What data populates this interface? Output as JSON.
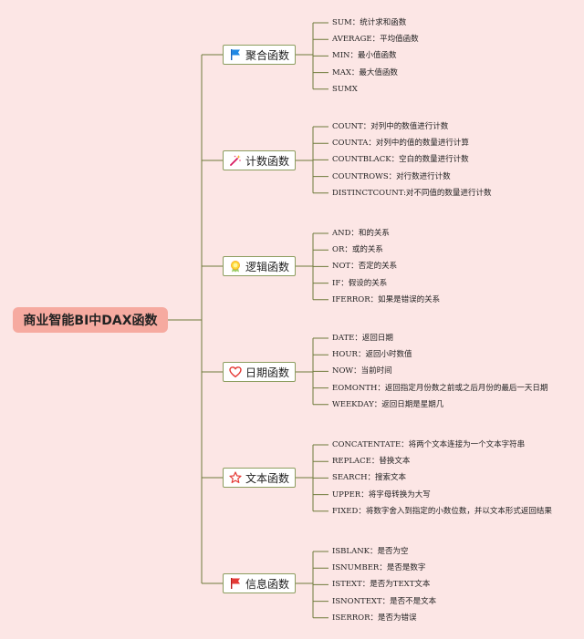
{
  "root": {
    "label": "商业智能BI中DAX函数"
  },
  "categories": [
    {
      "label": "聚合函数",
      "icon": "blue-flag-icon",
      "items": [
        "SUM：统计求和函数",
        "AVERAGE：平均值函数",
        "MIN：最小值函数",
        "MAX：最大值函数",
        "SUMX"
      ]
    },
    {
      "label": "计数函数",
      "icon": "magic-wand-icon",
      "items": [
        "COUNT：对列中的数值进行计数",
        "COUNTA：对列中的值的数量进行计算",
        "COUNTBLACK：空白的数量进行计数",
        "COUNTROWS：对行数进行计数",
        "DISTINCTCOUNT:对不同值的数量进行计数"
      ]
    },
    {
      "label": "逻辑函数",
      "icon": "medal-icon",
      "items": [
        "AND：和的关系",
        "OR：或的关系",
        "NOT：否定的关系",
        "IF：假设的关系",
        "IFERROR：如果是错误的关系"
      ]
    },
    {
      "label": "日期函数",
      "icon": "heart-icon",
      "items": [
        "DATE：返回日期",
        "HOUR：返回小时数值",
        "NOW：当前时间",
        "EOMONTH：返回指定月份数之前或之后月份的最后一天日期",
        "WEEKDAY：返回日期是星期几"
      ]
    },
    {
      "label": "文本函数",
      "icon": "star-icon",
      "items": [
        "CONCATENTATE：将两个文本连接为一个文本字符串",
        "REPLACE：替换文本",
        "SEARCH：搜索文本",
        "UPPER：将字母转换为大写",
        "FIXED：将数字舍入到指定的小数位数，并以文本形式返回结果"
      ]
    },
    {
      "label": "信息函数",
      "icon": "red-flag-icon",
      "items": [
        "ISBLANK：是否为空",
        "ISNUMBER：是否是数字",
        "ISTEXT：是否为TEXT文本",
        "ISNONTEXT：是否不是文本",
        "ISERROR：是否为错误"
      ]
    }
  ],
  "colors": {
    "background": "#fce6e5",
    "root_fill": "#f6aaa0",
    "line": "#6e7a3a"
  }
}
